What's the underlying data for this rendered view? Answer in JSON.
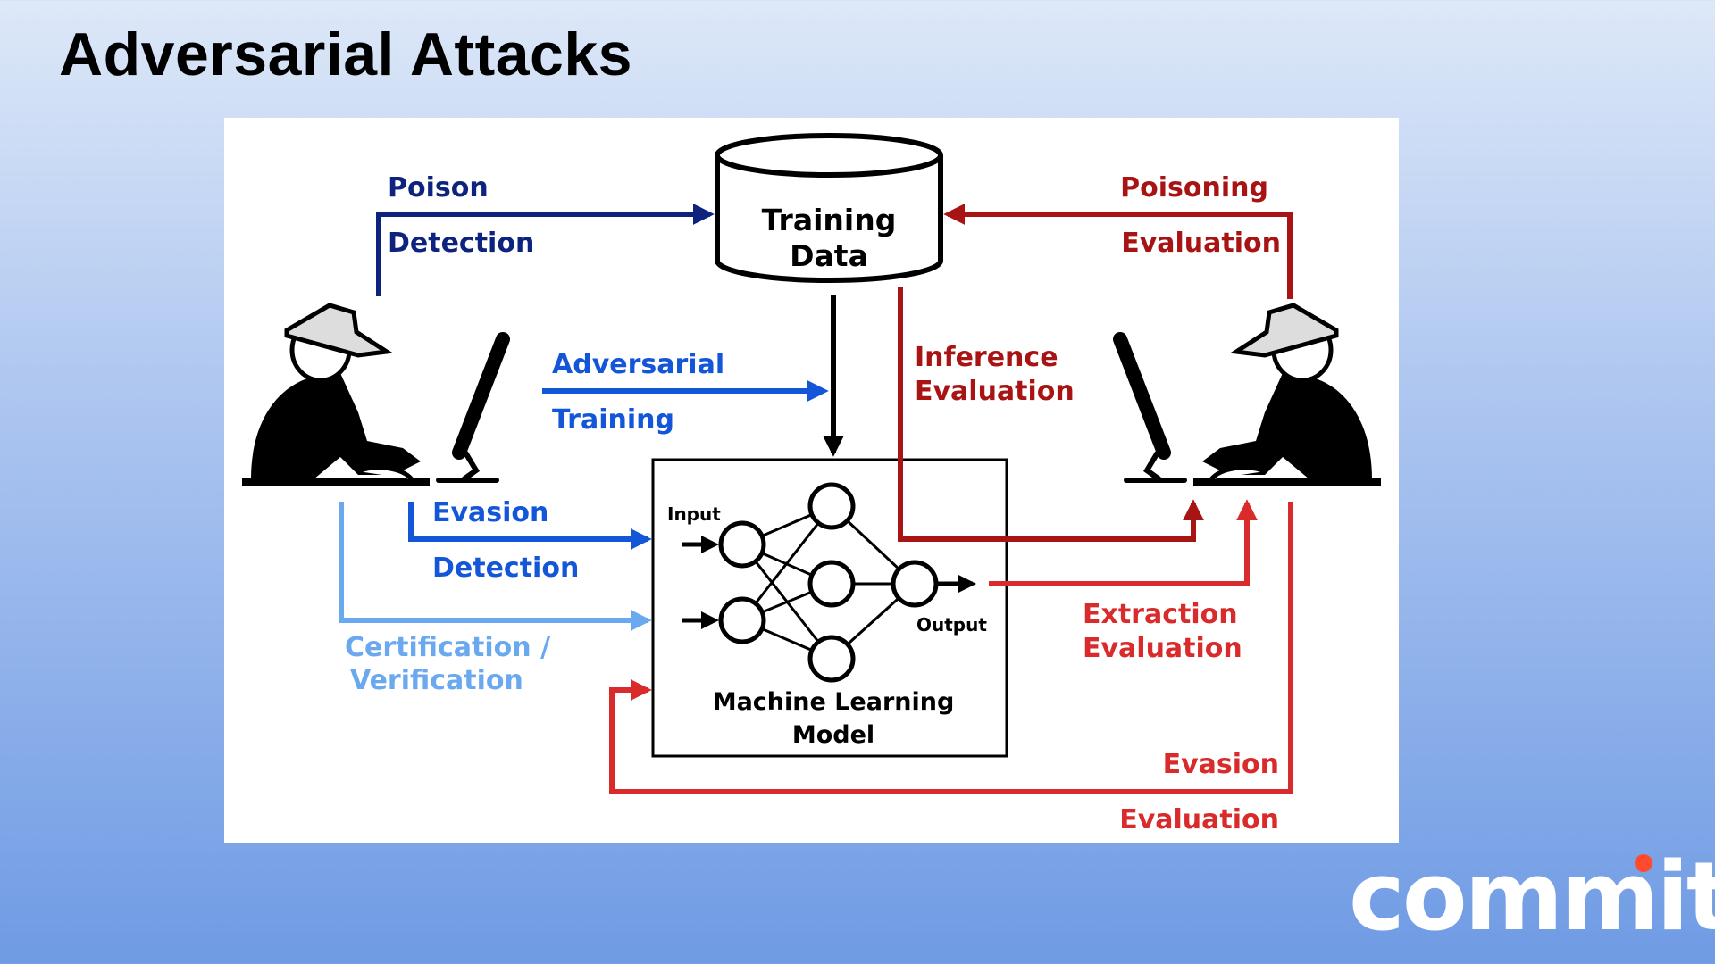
{
  "slide": {
    "title": "Adversarial Attacks"
  },
  "diagram": {
    "training_data": {
      "line1": "Training",
      "line2": "Data"
    },
    "model": {
      "line1": "Machine Learning",
      "line2": "Model",
      "input_label": "Input",
      "output_label": "Output"
    },
    "defender": {
      "poison_detection": {
        "line1": "Poison",
        "line2": "Detection"
      },
      "adversarial_training": {
        "line1": "Adversarial",
        "line2": "Training"
      },
      "evasion_detection": {
        "line1": "Evasion",
        "line2": "Detection"
      },
      "certification": {
        "line1": "Certification /",
        "line2": "Verification"
      }
    },
    "attacker": {
      "poisoning_evaluation": {
        "line1": "Poisoning",
        "line2": "Evaluation"
      },
      "inference_evaluation": {
        "line1": "Inference",
        "line2": "Evaluation"
      },
      "extraction_evaluation": {
        "line1": "Extraction",
        "line2": "Evaluation"
      },
      "evasion_evaluation": {
        "line1": "Evasion",
        "line2": "Evaluation"
      }
    },
    "colors": {
      "dark_blue": "#0d237e",
      "mid_blue": "#1456d8",
      "light_blue": "#6aa8f0",
      "dark_red": "#a81414",
      "red": "#d92b2b",
      "black": "#000000"
    }
  },
  "brand": {
    "logo_text": "commit",
    "dot_color": "#ff4a2e"
  }
}
